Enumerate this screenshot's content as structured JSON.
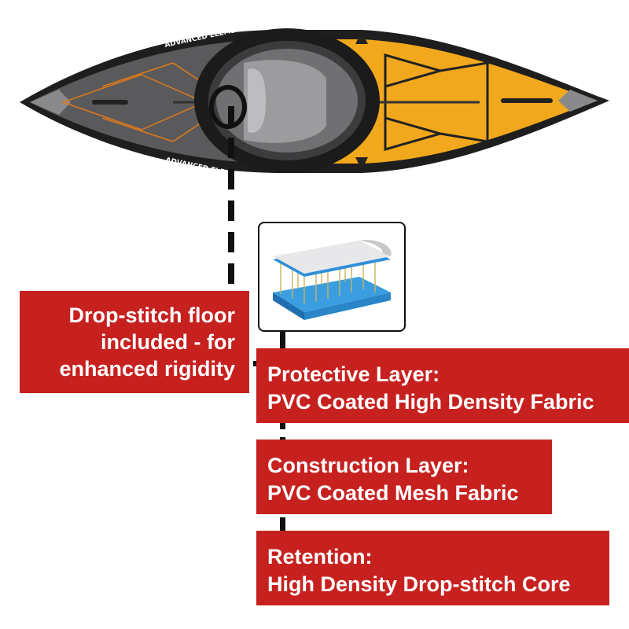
{
  "kayak": {
    "brand_text": "ADVANCED ELEMENTS",
    "colors": {
      "hull_gray": "#5a5a5c",
      "deck_orange": "#f2a81c",
      "cockpit_dark": "#1b1b1c",
      "seat_gray": "#9c9c9e"
    }
  },
  "inset": {
    "image_name": "drop-stitch-structure-diagram"
  },
  "callouts": {
    "floor_note": {
      "line1": "Drop-stitch floor",
      "line2": "included - for",
      "line3": "enhanced rigidity"
    },
    "layers": [
      {
        "title": "Protective Layer:",
        "detail": "PVC Coated High Density Fabric"
      },
      {
        "title": "Construction Layer:",
        "detail": "PVC Coated Mesh Fabric"
      },
      {
        "title": "Retention:",
        "detail": "High Density Drop-stitch Core"
      }
    ]
  },
  "colors": {
    "label_red": "#c7211f",
    "label_text": "#ffffff",
    "connector": "#111111"
  }
}
